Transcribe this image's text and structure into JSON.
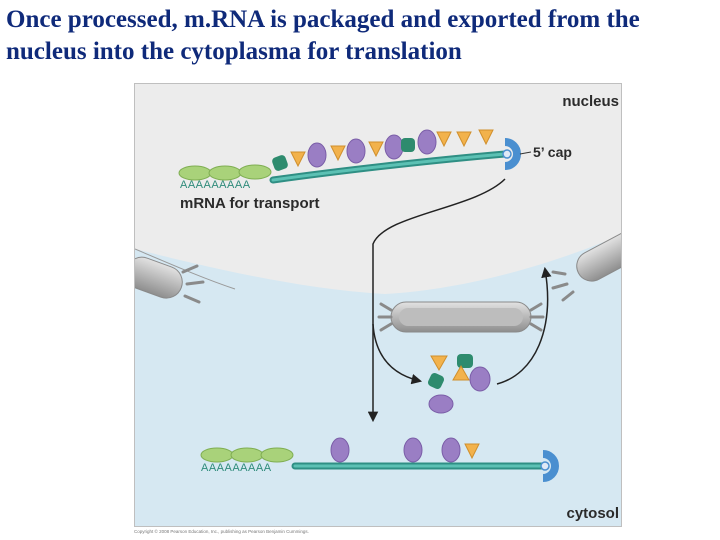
{
  "slide": {
    "title": "Once processed, m.RNA is packaged and exported from the nucleus into the cytoplasma for translation"
  },
  "figure": {
    "labels": {
      "nucleus": "nucleus",
      "cytosol": "cytosol",
      "cap": "5’ cap",
      "mrna_transport": "mRNA for transport",
      "poly_a": "AAAAAAAAA"
    },
    "copyright": "Copyright © 2008 Pearson Education, Inc., publishing as Pearson Benjamin Cummings."
  },
  "colors": {
    "nucleus_bg": "#ececec",
    "cytosol_bg": "#d6e8f2",
    "mrna_strand": "#3aa79b",
    "cap": "#4a8fd0",
    "purple_protein": "#9a7ec4",
    "orange_protein": "#f2b24c",
    "green_protein": "#2e8b6e",
    "polya_protein": "#a9d27a",
    "envelope": "#9a9a9a",
    "arrow": "#222222"
  }
}
